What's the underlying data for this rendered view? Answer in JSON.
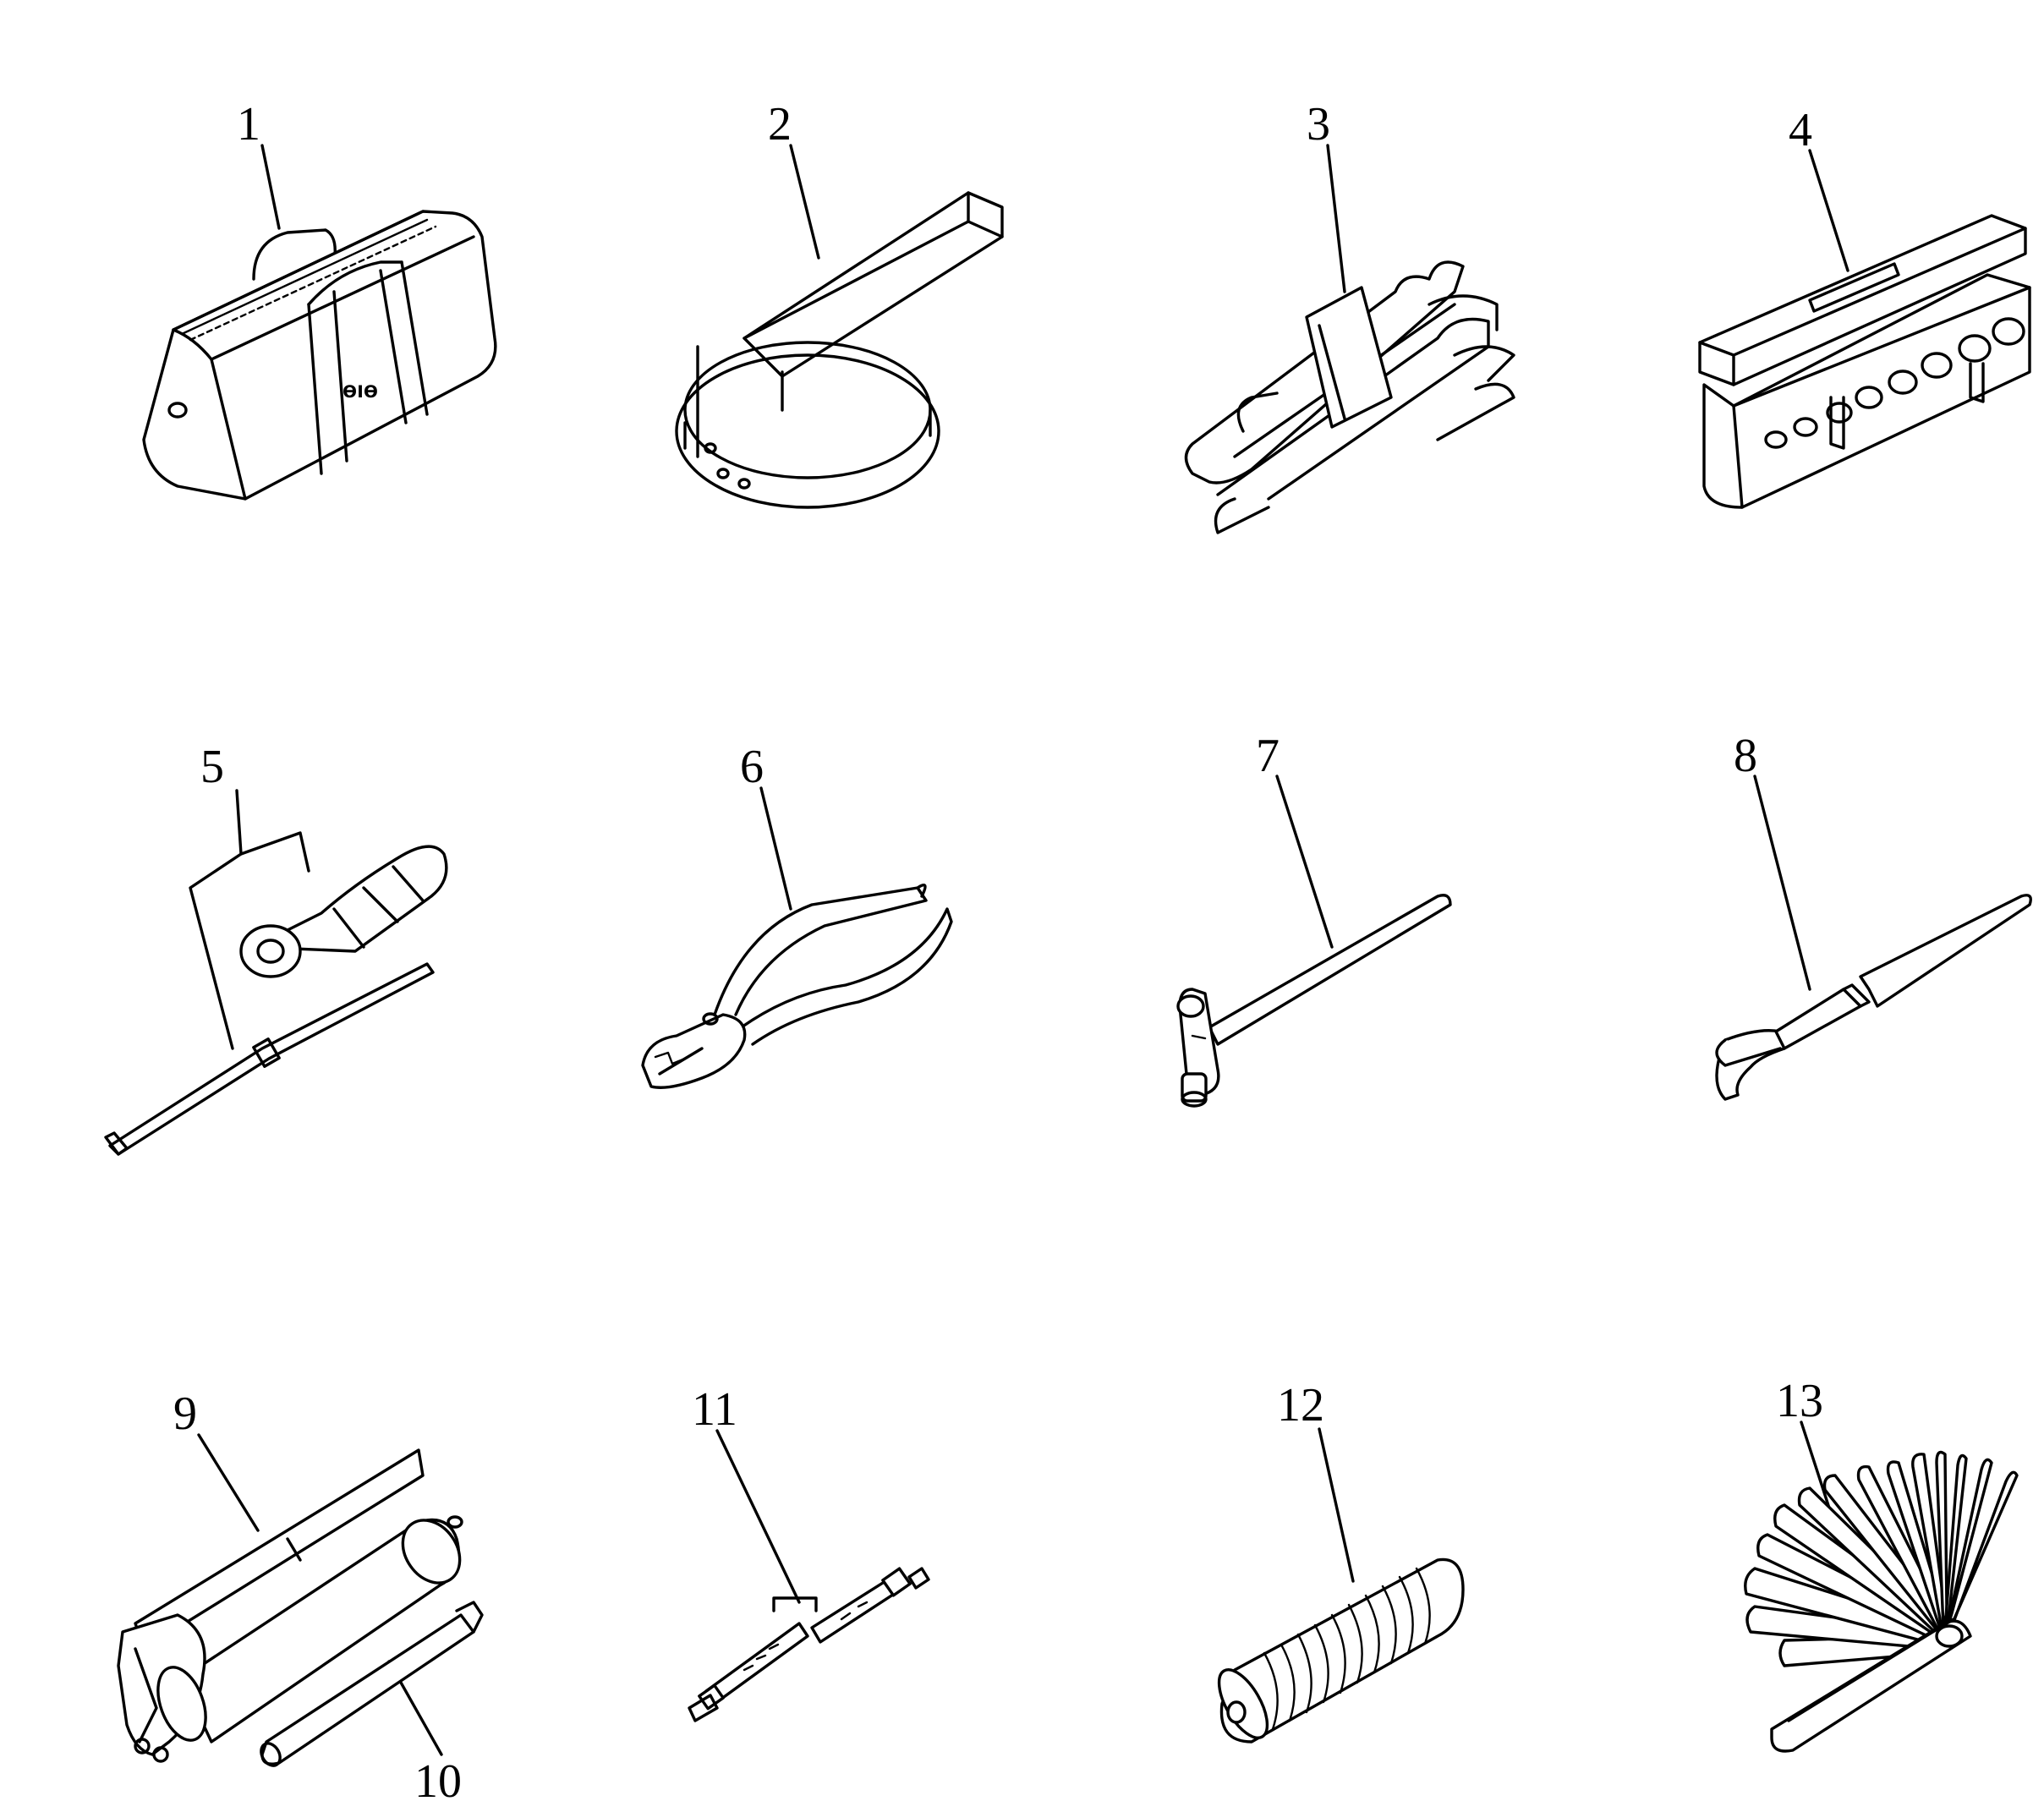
{
  "callouts": [
    {
      "id": 1,
      "label": "1"
    },
    {
      "id": 2,
      "label": "2"
    },
    {
      "id": 3,
      "label": "3"
    },
    {
      "id": 4,
      "label": "4"
    },
    {
      "id": 5,
      "label": "5"
    },
    {
      "id": 6,
      "label": "6"
    },
    {
      "id": 7,
      "label": "7"
    },
    {
      "id": 8,
      "label": "8"
    },
    {
      "id": 9,
      "label": "9"
    },
    {
      "id": 10,
      "label": "10"
    },
    {
      "id": 11,
      "label": "11"
    },
    {
      "id": 12,
      "label": "12"
    },
    {
      "id": 13,
      "label": "13"
    }
  ],
  "colors": {
    "ink": "#000000",
    "paper": "#ffffff"
  }
}
